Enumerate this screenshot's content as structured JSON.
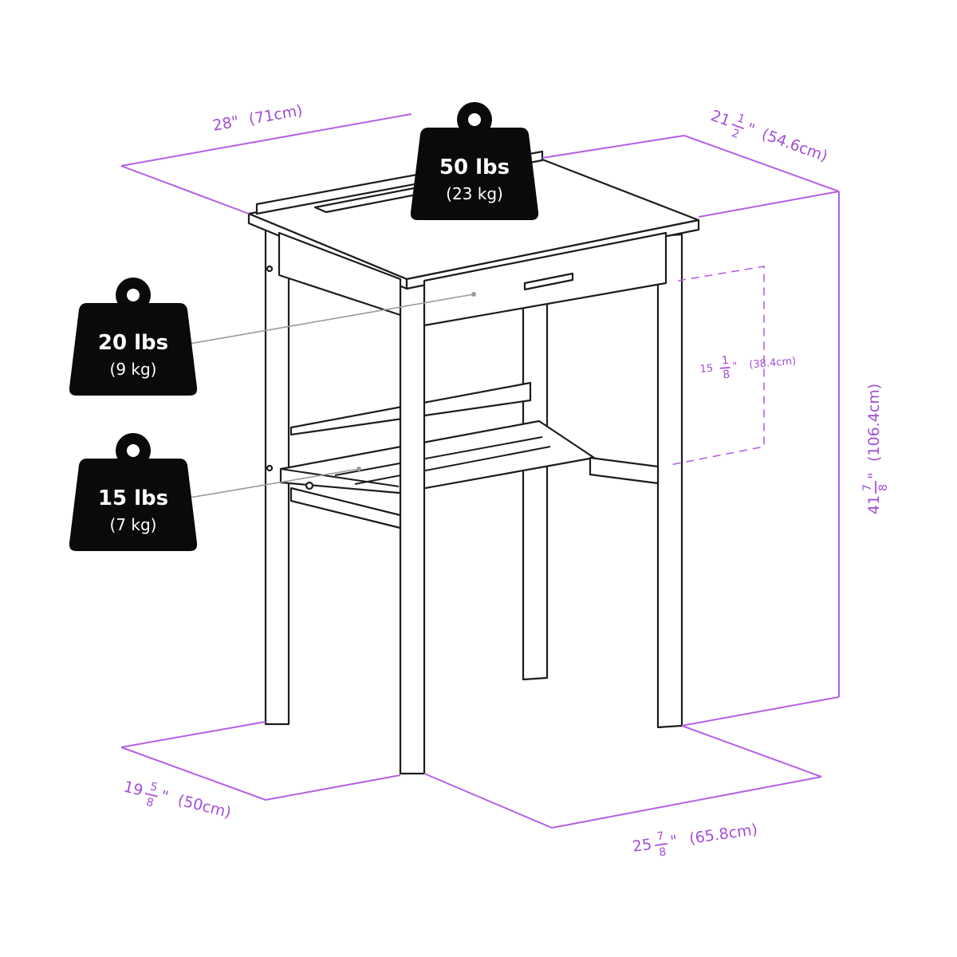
{
  "dimensions": {
    "width": {
      "value": "28\"",
      "metric": "(71cm)"
    },
    "depth_top": {
      "whole": "21",
      "num": "1",
      "den": "2",
      "inch": "\"",
      "metric": "(54.6cm)"
    },
    "drawer_height": {
      "whole": "15",
      "num": "1",
      "den": "8",
      "inch": "\"",
      "metric": "(38.4cm)"
    },
    "height": {
      "whole": "41",
      "num": "7",
      "den": "8",
      "inch": "\"",
      "metric": "(106.4cm)"
    },
    "depth_base": {
      "whole": "19",
      "num": "5",
      "den": "8",
      "inch": "\"",
      "metric": "(50cm)"
    },
    "width_base": {
      "whole": "25",
      "num": "7",
      "den": "8",
      "inch": "\"",
      "metric": "(65.8cm)"
    }
  },
  "weights": {
    "top": {
      "main": "50 lbs",
      "sub": "(23 kg)"
    },
    "drawer": {
      "main": "20 lbs",
      "sub": "(9 kg)"
    },
    "shelf": {
      "main": "15 lbs",
      "sub": "(7 kg)"
    }
  },
  "colors": {
    "dimension": "#b560e6",
    "outline": "#1c1c1c",
    "weight_icon": "#0a0a0a"
  },
  "icons": [
    "weight-icon"
  ]
}
